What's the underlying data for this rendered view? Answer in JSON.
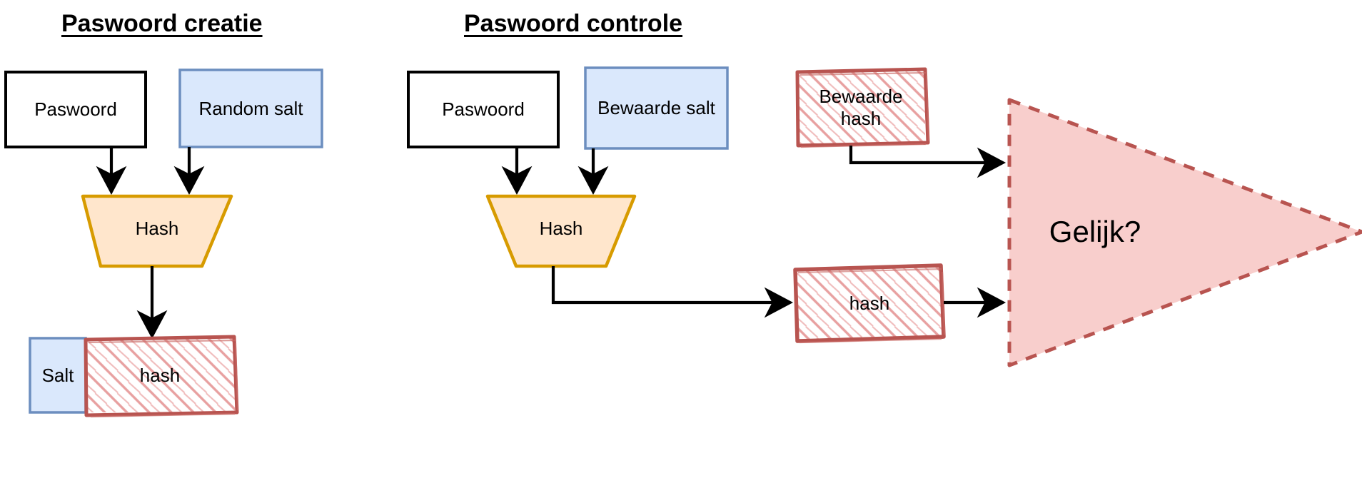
{
  "diagram": {
    "title": "Paswoord creatie / Paswoord controle",
    "background": "#FFFFFF",
    "palette": {
      "plain_stroke": "#000000",
      "plain_fill": "#FFFFFF",
      "blue_fill": "#DAE8FC",
      "blue_stroke": "#6C8EBF",
      "orange_fill": "#FFE6CC",
      "orange_stroke": "#D79B00",
      "red_stroke": "#B85450",
      "red_hatch": "#EA9999",
      "pink_fill": "#F8CECC",
      "arrow_color": "#000000"
    },
    "sections": [
      {
        "id": "creatie",
        "heading": "Paswoord creatie"
      },
      {
        "id": "controle",
        "heading": "Paswoord controle"
      }
    ],
    "nodes": {
      "left_password": {
        "label": "Paswoord",
        "shape": "rectangle",
        "style": "plain"
      },
      "left_salt": {
        "label": "Random salt",
        "shape": "rectangle",
        "style": "blue"
      },
      "left_hash_fn": {
        "label": "Hash",
        "shape": "trapezoid",
        "style": "orange"
      },
      "left_stored_salt": {
        "label": "Salt",
        "shape": "rectangle",
        "style": "blue"
      },
      "left_stored_hash": {
        "label": "hash",
        "shape": "rectangle",
        "style": "hatched-red"
      },
      "right_password": {
        "label": "Paswoord",
        "shape": "rectangle",
        "style": "plain"
      },
      "right_salt": {
        "label": "Bewaarde salt",
        "shape": "rectangle",
        "style": "blue"
      },
      "right_stored_hash": {
        "label": "Bewaarde\nhash",
        "shape": "rectangle",
        "style": "hatched-red"
      },
      "right_hash_fn": {
        "label": "Hash",
        "shape": "trapezoid",
        "style": "orange"
      },
      "right_computed_hash": {
        "label": "hash",
        "shape": "rectangle",
        "style": "hatched-red"
      },
      "compare": {
        "label": "Gelijk?",
        "shape": "triangle-right",
        "style": "pink-dashed"
      }
    },
    "edges": [
      {
        "from": "left_password",
        "to": "left_hash_fn",
        "type": "straight-down",
        "arrow": true
      },
      {
        "from": "left_salt",
        "to": "left_hash_fn",
        "type": "straight-down",
        "arrow": true
      },
      {
        "from": "left_hash_fn",
        "to": "left_stored_hash",
        "type": "straight-down",
        "arrow": true
      },
      {
        "from": "right_password",
        "to": "right_hash_fn",
        "type": "straight-down",
        "arrow": true
      },
      {
        "from": "right_salt",
        "to": "right_hash_fn",
        "type": "straight-down",
        "arrow": true
      },
      {
        "from": "right_stored_hash",
        "to": "compare",
        "type": "elbow-down-right",
        "arrow": true
      },
      {
        "from": "right_hash_fn",
        "to": "right_computed_hash",
        "type": "elbow-down-right",
        "arrow": true
      },
      {
        "from": "right_computed_hash",
        "to": "compare",
        "type": "straight-right",
        "arrow": true
      }
    ]
  }
}
